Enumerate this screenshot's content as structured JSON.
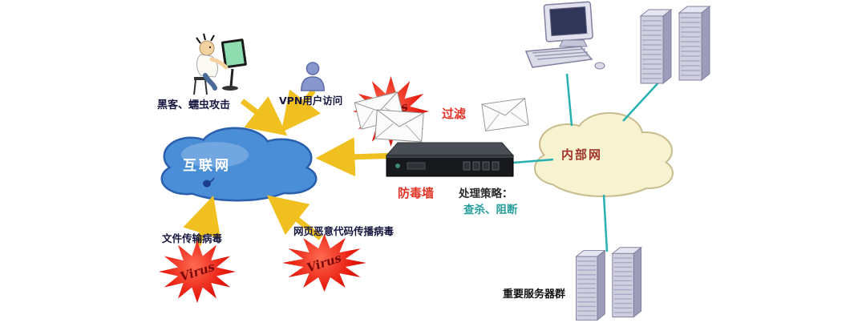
{
  "labels": {
    "hacker_attack": "黑客、蠕虫攻击",
    "vpn_access": "VPN用户访问",
    "internet": "互联网",
    "virus": "Virus",
    "filter": "过滤",
    "firewall": "防毒墙",
    "strategy_label": "处理策略：",
    "strategy_actions": "查杀、阻断",
    "intranet": "内部网",
    "file_virus": "文件传输病毒",
    "web_virus": "网页恶意代码传播病毒",
    "server_group": "重要服务器群"
  },
  "colors": {
    "arrow_yellow": "#f0c020",
    "line_teal": "#28b0b0",
    "virus_red": "#e81c10",
    "virus_text": "#7a0a0a",
    "internet_cloud": "#4a8ed8",
    "internet_outline": "#2a5fae",
    "internet_label": "#ffffff",
    "intranet_cloud": "#f7f2d0",
    "intranet_outline": "#c9bd8e",
    "intranet_label": "#a0342a",
    "label_dark": "#16163f",
    "label_red": "#e23224",
    "strategy_text": "#2b2b2b",
    "strategy_teal": "#2a9d9d",
    "server_label": "#111111"
  }
}
